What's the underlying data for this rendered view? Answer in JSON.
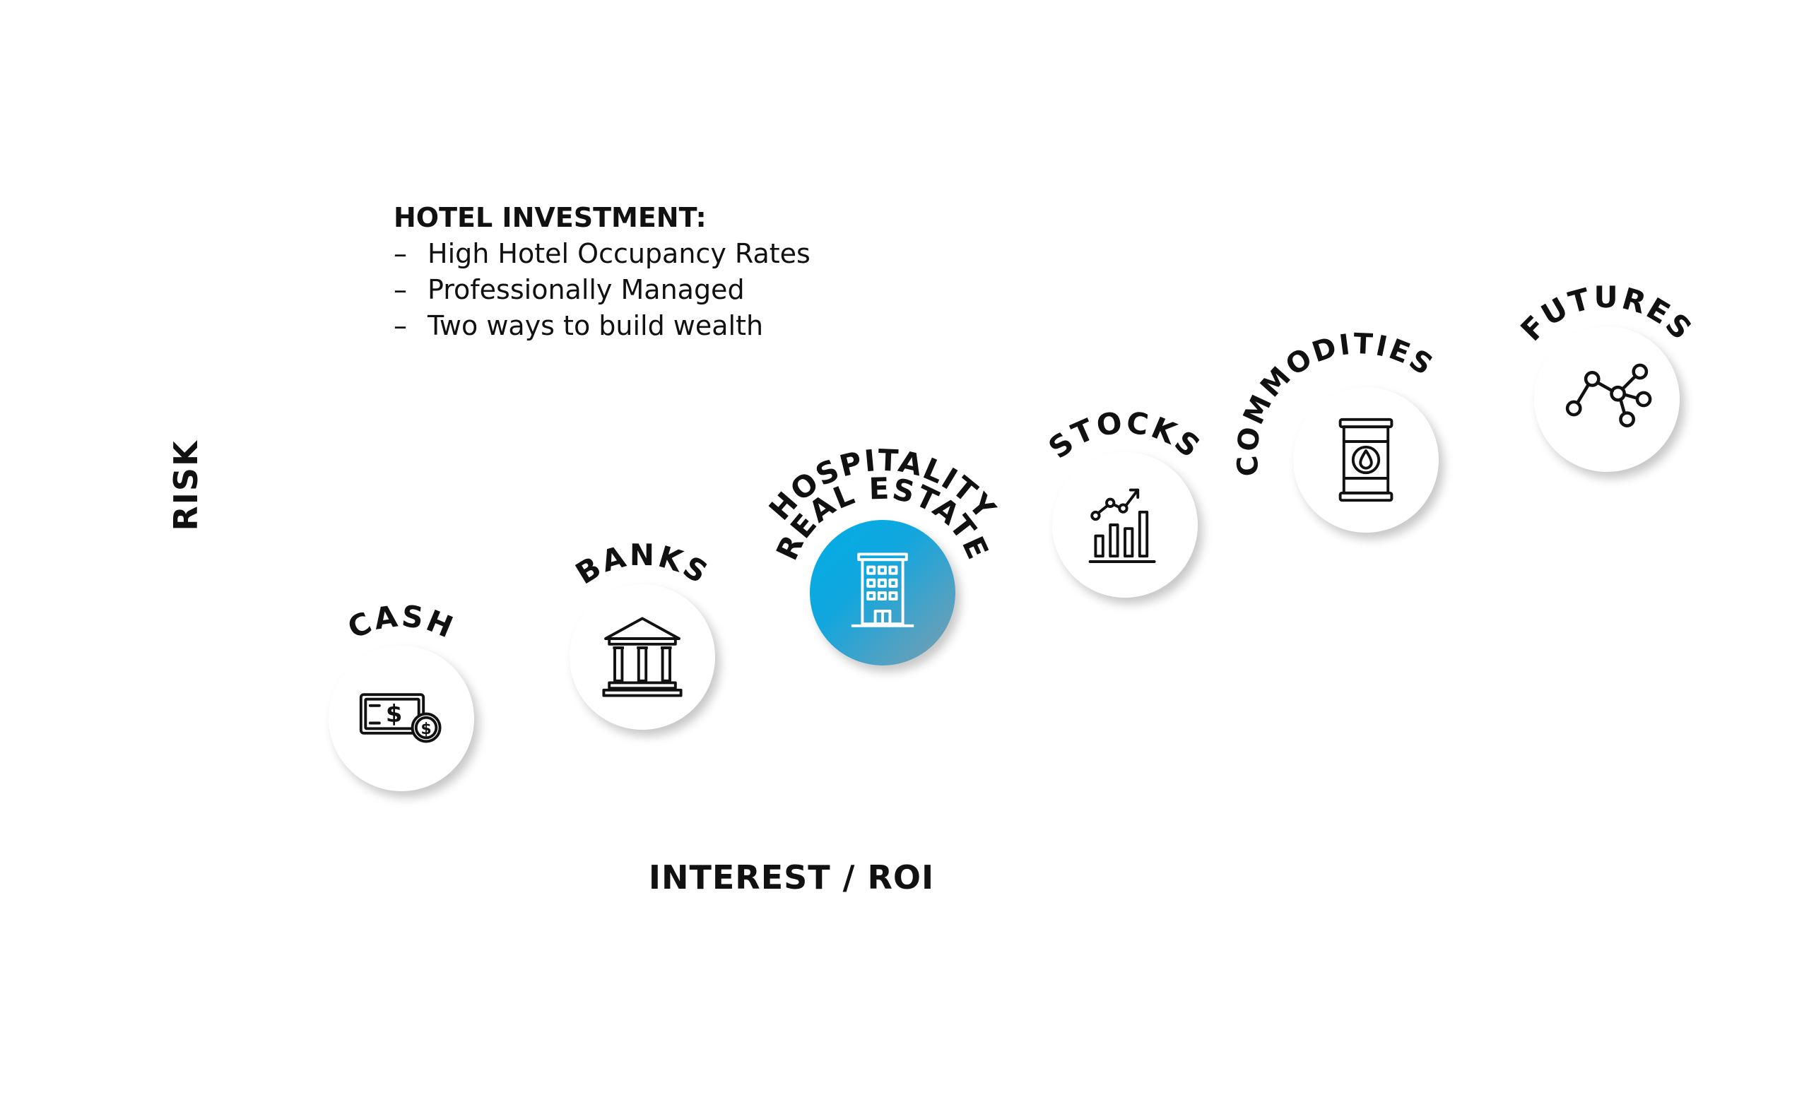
{
  "note": {
    "title": "HOTEL INVESTMENT:",
    "bullet_marker": "–",
    "bullets": [
      "High Hotel Occupancy Rates",
      "Professionally Managed",
      "Two ways to build wealth"
    ]
  },
  "axes": {
    "x_label": "INTEREST / ROI",
    "y_label": "RISK"
  },
  "nodes": [
    {
      "label": "CASH",
      "icon": "cash-icon"
    },
    {
      "label": "BANKS",
      "icon": "bank-icon"
    },
    {
      "label_line1": "HOSPITALITY",
      "label_line2": "REAL ESTATE",
      "icon": "hotel-building-icon",
      "highlighted": true
    },
    {
      "label": "STOCKS",
      "icon": "stock-chart-icon"
    },
    {
      "label": "COMMODITIES",
      "icon": "oil-barrel-icon"
    },
    {
      "label": "FUTURES",
      "icon": "network-nodes-icon"
    }
  ],
  "colors": {
    "text": "#111111",
    "background": "#ffffff",
    "highlight_start": "#00aee6",
    "highlight_end": "#7f9eae"
  }
}
